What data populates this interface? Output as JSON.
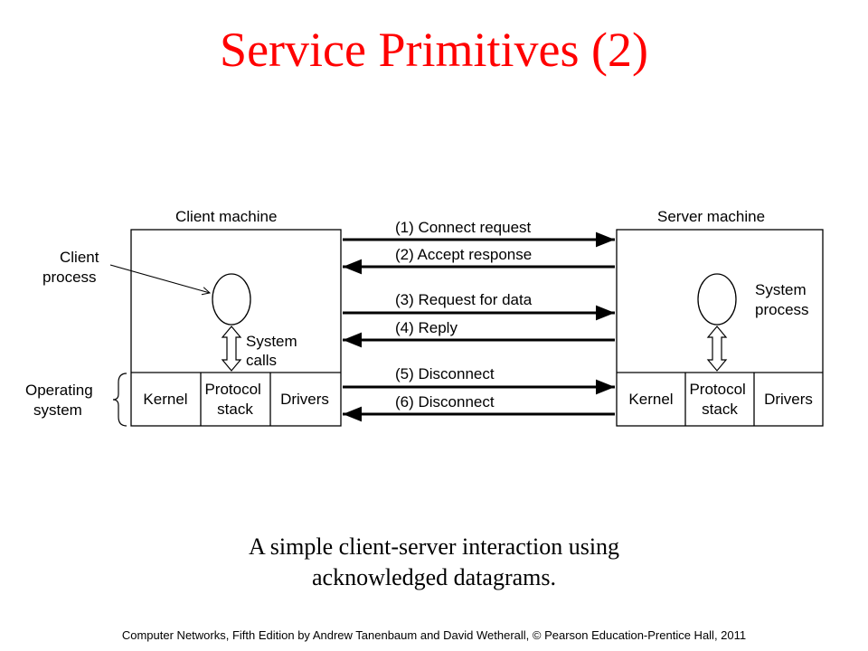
{
  "title": "Service Primitives (2)",
  "diagram": {
    "client": {
      "machine_label": "Client machine",
      "process_label": [
        "Client",
        "process"
      ],
      "system_calls_label": [
        "System",
        "calls"
      ],
      "os_label": [
        "Operating",
        "system"
      ],
      "modules": [
        {
          "label": [
            "Kernel"
          ]
        },
        {
          "label": [
            "Protocol",
            "stack"
          ]
        },
        {
          "label": [
            "Drivers"
          ]
        }
      ]
    },
    "server": {
      "machine_label": "Server machine",
      "process_label": [
        "System",
        "process"
      ],
      "modules": [
        {
          "label": [
            "Kernel"
          ]
        },
        {
          "label": [
            "Protocol",
            "stack"
          ]
        },
        {
          "label": [
            "Drivers"
          ]
        }
      ]
    },
    "messages": [
      {
        "label": "(1) Connect request",
        "direction": "to-server"
      },
      {
        "label": "(2) Accept response",
        "direction": "to-client"
      },
      {
        "label": "(3) Request for data",
        "direction": "to-server"
      },
      {
        "label": "(4) Reply",
        "direction": "to-client"
      },
      {
        "label": "(5) Disconnect",
        "direction": "to-server"
      },
      {
        "label": "(6) Disconnect",
        "direction": "to-client"
      }
    ]
  },
  "caption": [
    "A simple client-server interaction using",
    "acknowledged datagrams."
  ],
  "footer": "Computer Networks, Fifth Edition by Andrew Tanenbaum and David Wetherall, © Pearson Education-Prentice Hall, 2011"
}
